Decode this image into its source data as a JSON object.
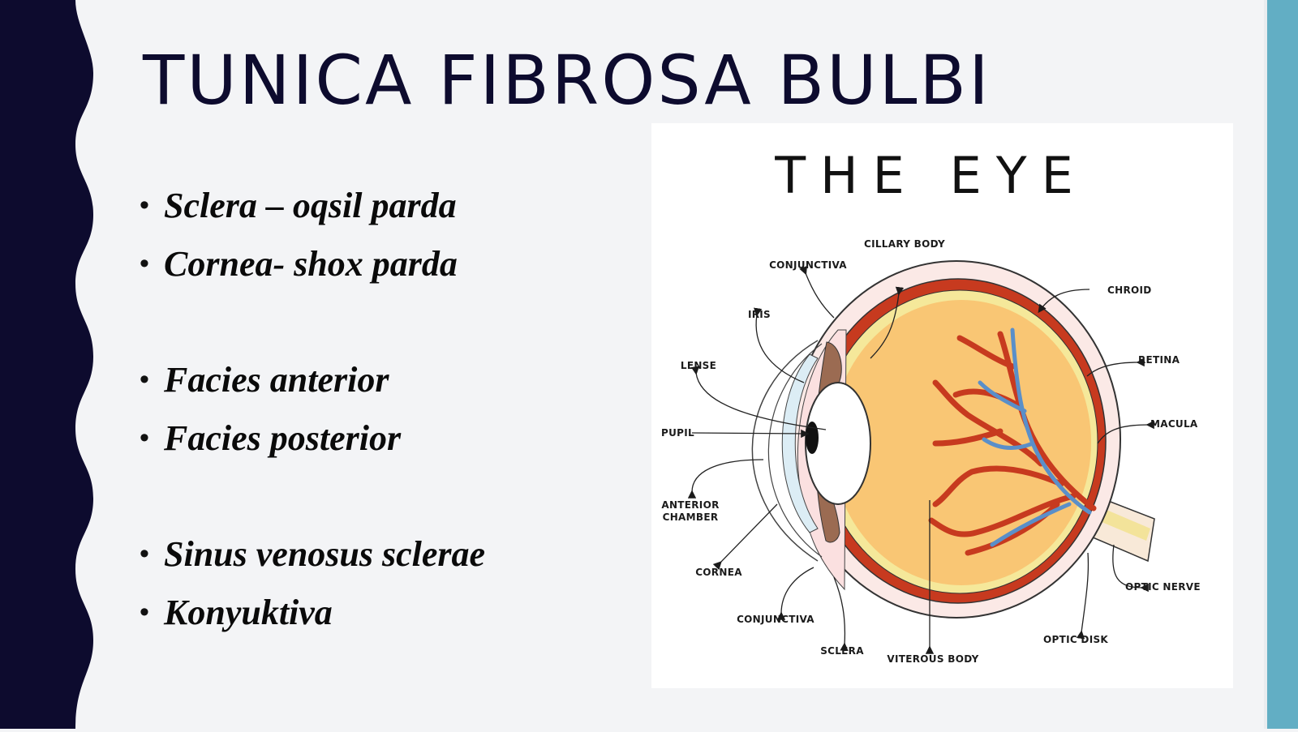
{
  "slide": {
    "title": "TUNICA FIBROSA BULBI",
    "bullets": [
      "Sclera – oqsil parda",
      "Cornea- shox parda",
      "Facies anterior",
      "Facies posterior",
      "Sinus venosus sclerae",
      "Konyuktiva"
    ]
  },
  "figure": {
    "title": "THE EYE",
    "labels": {
      "ciliary_body": "CILLARY BODY",
      "conjunctiva_top": "CONJUNCTIVA",
      "chroid": "CHROID",
      "iris": "IRIS",
      "retina": "RETINA",
      "lense": "LENSE",
      "macula": "MACULA",
      "pupil": "PUPIL",
      "anterior_chamber_1": "ANTERIOR",
      "anterior_chamber_2": "CHAMBER",
      "cornea": "CORNEA",
      "optic_nerve": "OPTIC NERVE",
      "conjunctiva_bottom": "CONJUNCTIVA",
      "optic_disk": "OPTIC DISK",
      "sclera": "SCLERA",
      "viterous_body": "VITEROUS BODY"
    }
  },
  "colors": {
    "left_band": "#0d0b2e",
    "right_band": "#62aec4",
    "background": "#f3f4f6",
    "eyeball": "#f9c674",
    "choroid": "#c73a1f",
    "vein": "#5a8fc9"
  }
}
